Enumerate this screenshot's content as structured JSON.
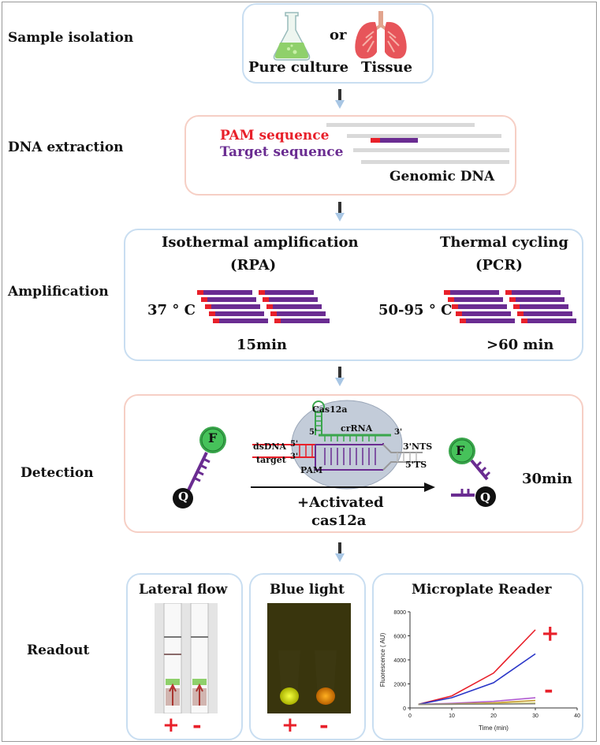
{
  "rows": {
    "sample": "Sample isolation",
    "dna": "DNA extraction",
    "amp": "Amplification",
    "det": "Detection",
    "read": "Readout"
  },
  "sample": {
    "culture": "Pure culture",
    "or": "or",
    "tissue": "Tissue"
  },
  "dna": {
    "pam": "PAM sequence",
    "target": "Target sequence",
    "genomic": "Genomic DNA"
  },
  "amp": {
    "left_title": "Isothermal amplification",
    "left_method": "(RPA)",
    "left_temp": "37 ° C",
    "left_time": "15min",
    "right_title": "Thermal cycling",
    "right_method": "(PCR)",
    "right_temp": "50-95 ° C",
    "right_time": ">60 min"
  },
  "det": {
    "cas": "Cas12a",
    "crrna": "crRNA",
    "five": "5'",
    "three": "3'",
    "dsdna": "dsDNA",
    "target": "target",
    "pam": "PAM",
    "ds5": "5'",
    "ds3": "3'",
    "nts": "3'NTS",
    "ts": "5'TS",
    "f": "F",
    "q": "Q",
    "activated": "+Activated",
    "cas12a": "cas12a",
    "time": "30min"
  },
  "read": {
    "lateral": "Lateral flow",
    "blue": "Blue light",
    "plate": "Microplate Reader",
    "plus": "+",
    "minus": "-"
  },
  "colors": {
    "pam": "#e8202a",
    "target": "#6a2c91",
    "green": "#3aa64c",
    "box_blue": "#c9def1",
    "box_pink": "#f6cfc5"
  },
  "chart_data": {
    "type": "line",
    "title": "",
    "xlabel": "Time (min)",
    "ylabel": "Fluorescence ( AU)",
    "xlim": [
      0,
      40
    ],
    "ylim": [
      0,
      8000
    ],
    "xticks": [
      0,
      10,
      20,
      30,
      40
    ],
    "yticks": [
      0,
      2000,
      4000,
      6000,
      8000
    ],
    "x": [
      2,
      10,
      20,
      30
    ],
    "series": [
      {
        "values": [
          300,
          1000,
          2900,
          6500
        ],
        "color": "#e8202a"
      },
      {
        "values": [
          300,
          850,
          2100,
          4500
        ],
        "color": "#2a36c8"
      },
      {
        "values": [
          300,
          380,
          550,
          850
        ],
        "color": "#b15bd0"
      },
      {
        "values": [
          300,
          330,
          420,
          620
        ],
        "color": "#c59a2a"
      },
      {
        "values": [
          300,
          310,
          340,
          400
        ],
        "color": "#cccc33"
      },
      {
        "values": [
          300,
          305,
          320,
          350
        ],
        "color": "#888888"
      }
    ],
    "annotations": [
      "+",
      "-"
    ]
  }
}
